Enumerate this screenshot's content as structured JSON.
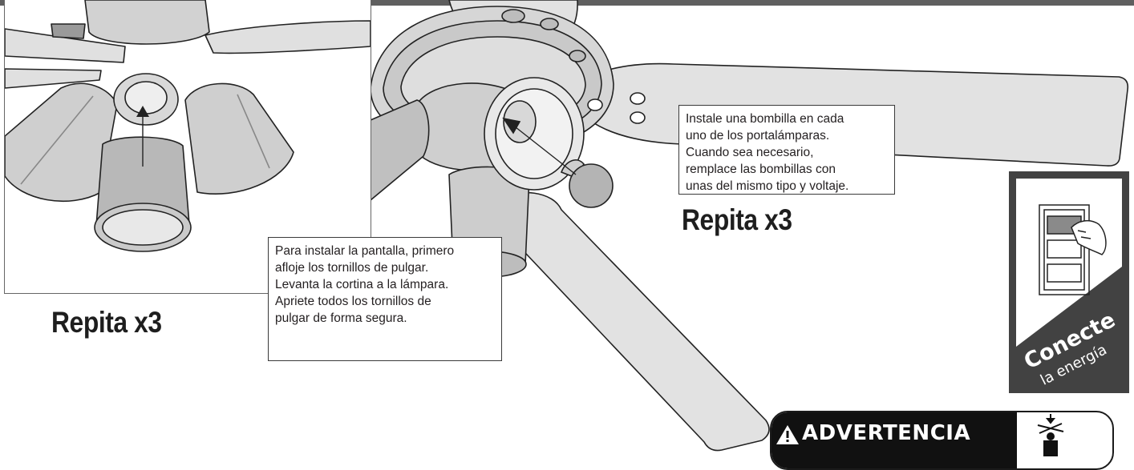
{
  "callouts": {
    "bulb_instructions": "Instale una bombilla en cada\nuno de los portalámparas.\nCuando sea necesario,\nremplace las bombillas con\nunas del mismo tipo y voltaje.",
    "shade_instructions": "Para instalar la pantalla, primero\nafloje los tornillos de pulgar.\nLevanta la cortina a la lámpara.\nApriete todos los tornillos de\npulgar de forma segura."
  },
  "repeat_labels": {
    "bulbs": "Repita x3",
    "shades": "Repita x3"
  },
  "power_badge": {
    "word": "Conecte",
    "sub": "la energía"
  },
  "warning": {
    "label": "ADVERTENCIA"
  },
  "icons": [
    "warning-triangle-icon",
    "wall-switch-icon",
    "hazard-person-icon"
  ],
  "colors": {
    "badge_background": "#424242",
    "warning_background": "#111111",
    "top_bar": "#5f5f5f"
  }
}
